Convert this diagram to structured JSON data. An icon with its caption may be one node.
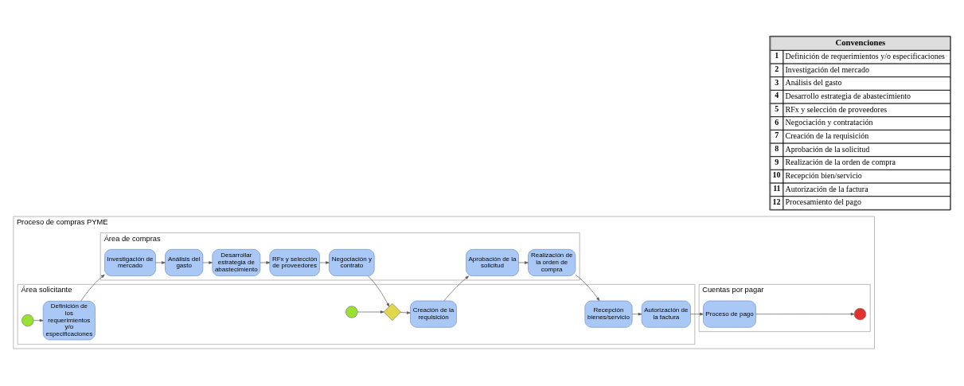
{
  "diagram": {
    "nodes": [
      {
        "text": [
          "Proceso de compras PYME"
        ]
      },
      {
        "text": [
          "Área solicitante"
        ],
        "in": 0
      },
      {
        "text": [],
        "shape": "circle",
        "in": 1
      },
      {
        "text": [
          "Definición de los requerimientos y/o especificaciones"
        ],
        "in": 1
      },
      {
        "text": [
          "Creación de la requisición"
        ],
        "in": 1
      },
      {
        "text": [],
        "shape": "circle",
        "in": 1
      },
      {
        "text": [],
        "shape": "diamond",
        "in": 1
      },
      {
        "text": [
          "Recepción bienes/servicio"
        ],
        "in": 1
      },
      {
        "text": [
          "Autorización de la factura"
        ],
        "in": 1
      },
      {
        "text": [
          "Área de compras"
        ],
        "in": 0
      },
      {
        "text": [
          "Investigación de mercado"
        ],
        "in": 9
      },
      {
        "text": [
          "Análisis del gasto"
        ],
        "in": 9
      },
      {
        "text": [
          "Desarrollar estrategia de abastecimiento"
        ],
        "in": 9
      },
      {
        "text": [
          "RFx y selección de proveedores"
        ],
        "in": 9
      },
      {
        "text": [
          "Negociación y contrato"
        ],
        "in": 9
      },
      {
        "text": [
          "Aprobación de la solicitud"
        ],
        "in": 9
      },
      {
        "text": [
          "Realización de la orden de compra"
        ],
        "in": 9
      },
      {
        "text": [
          "Cuentas por pagar"
        ],
        "in": 0
      },
      {
        "text": [
          "Proceso de pago"
        ],
        "in": 17
      },
      {
        "text": [],
        "shape": "circle",
        "in": 17
      }
    ],
    "edges": [
      {
        "from": 2,
        "to": 3,
        "arrow": "to"
      },
      {
        "from": 3,
        "to": 10,
        "arrow": "to"
      },
      {
        "from": 10,
        "to": 11,
        "arrow": "to"
      },
      {
        "from": 11,
        "to": 12,
        "arrow": "to"
      },
      {
        "from": 12,
        "to": 13,
        "arrow": "to"
      },
      {
        "from": 13,
        "to": 14,
        "arrow": "to"
      },
      {
        "from": 14,
        "to": 6,
        "arrow": "to"
      },
      {
        "from": 5,
        "to": 6,
        "arrow": "to"
      },
      {
        "from": 6,
        "to": 4,
        "arrow": "to"
      },
      {
        "from": 4,
        "to": 15,
        "arrow": "to"
      },
      {
        "from": 15,
        "to": 16,
        "arrow": "to"
      },
      {
        "from": 16,
        "to": 7,
        "arrow": "to"
      },
      {
        "from": 7,
        "to": 8,
        "arrow": "to"
      },
      {
        "from": 8,
        "to": 18,
        "arrow": "to"
      },
      {
        "from": 18,
        "to": 19,
        "arrow": "to"
      }
    ],
    "labels": [
      "Convenciones",
      "1",
      "Definición de requerimientos y/o especificaciones",
      "2",
      "Investigación del mercado",
      "3",
      "Análisis del gasto",
      "4",
      "Desarrollo estrategia de abastecimiento",
      "5",
      "RFx y selección de proveedores",
      "6",
      "Negociación y contratación",
      "7",
      "Creación de la requisición",
      "8",
      "Aprobación de la solicitud",
      "9",
      "Realización de la orden de compra",
      "10",
      "Recepción bien/servicio",
      "11",
      "Autorización de la factura",
      "12",
      "Procesamiento del pago"
    ]
  }
}
